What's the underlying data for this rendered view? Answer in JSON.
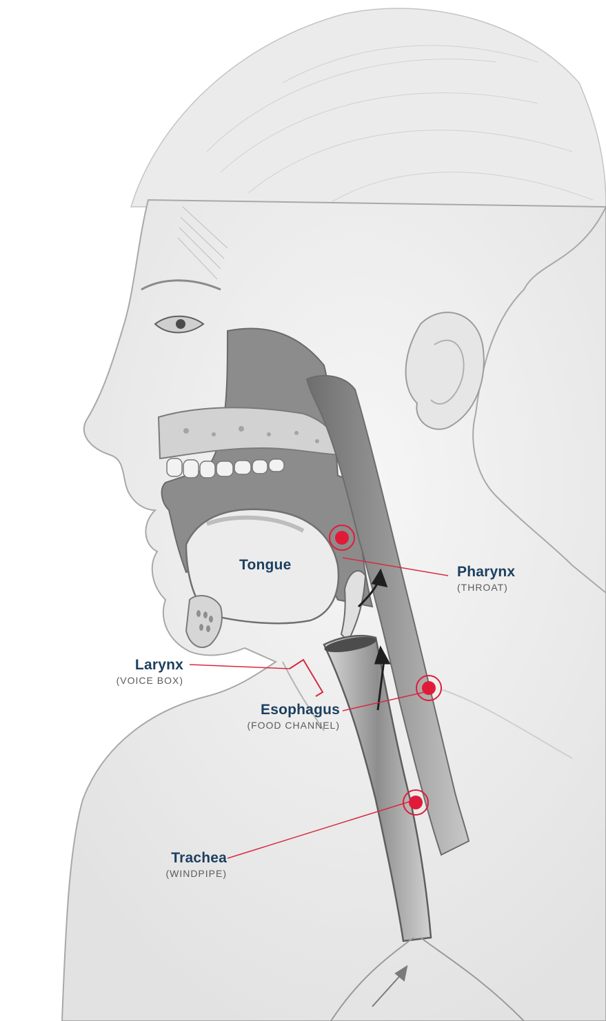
{
  "colors": {
    "label_text": "#1c3f5f",
    "sub_text": "#5a5a5a",
    "marker_red": "#e11b37",
    "leader_line": "#d8283f",
    "tissue_dark": "#7e7e7e",
    "tissue_mid": "#a9a9a9",
    "skin": "#ededed",
    "sketch_line": "#9a9a9a"
  },
  "labels": {
    "tongue": {
      "name": "Tongue"
    },
    "pharynx": {
      "name": "Pharynx",
      "sub": "(THROAT)"
    },
    "larynx": {
      "name": "Larynx",
      "sub": "(VOICE BOX)"
    },
    "esophagus": {
      "name": "Esophagus",
      "sub": "(FOOD CHANNEL)"
    },
    "trachea": {
      "name": "Trachea",
      "sub": "(WINDPIPE)"
    }
  },
  "icons": [
    "marker-dot-icon",
    "flow-arrow-icon",
    "bracket-icon"
  ]
}
